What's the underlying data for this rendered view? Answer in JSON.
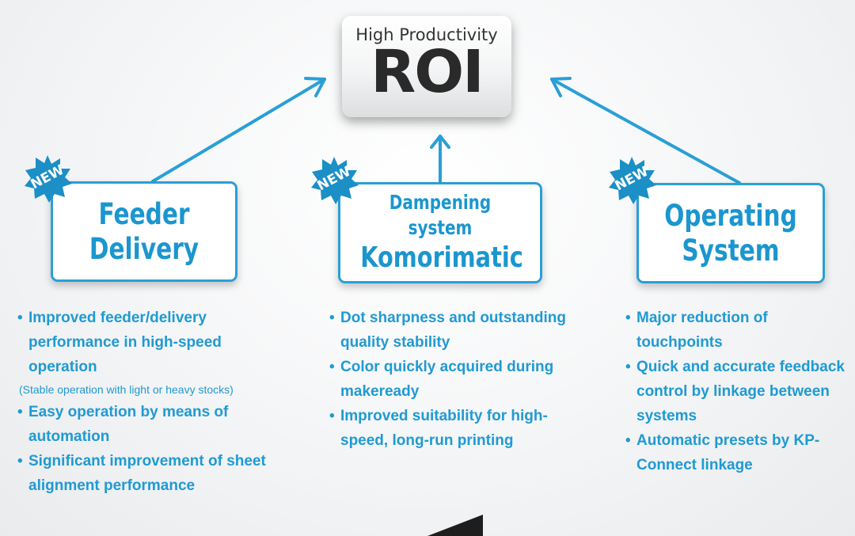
{
  "roi": {
    "subtitle": "High Productivity",
    "title": "ROI"
  },
  "badge_text": "NEW",
  "cards": {
    "feeder": {
      "line1": "Feeder",
      "line2": "Delivery"
    },
    "dampening": {
      "line1": "Dampening system",
      "line2": "Komorimatic"
    },
    "operating": {
      "line1": "Operating",
      "line2": "System"
    }
  },
  "features": {
    "feeder": [
      {
        "text": "Improved feeder/delivery performance in high-speed operation",
        "note": "(Stable operation with light or heavy stocks)"
      },
      {
        "text": "Easy operation by means of automation"
      },
      {
        "text": "Significant improvement of sheet alignment performance"
      }
    ],
    "dampening": [
      {
        "text": "Dot sharpness and outstanding quality stability"
      },
      {
        "text": "Color quickly acquired during makeready"
      },
      {
        "text": "Improved suitability for high-speed, long-run printing"
      }
    ],
    "operating": [
      {
        "text": "Major reduction of touchpoints"
      },
      {
        "text": "Quick and accurate feedback control by linkage between systems"
      },
      {
        "text": "Automatic presets by KP-Connect linkage"
      }
    ]
  },
  "colors": {
    "accent": "#2a9fd6",
    "badge": "#1b8fc6",
    "roi_text": "#2a2a2a"
  }
}
